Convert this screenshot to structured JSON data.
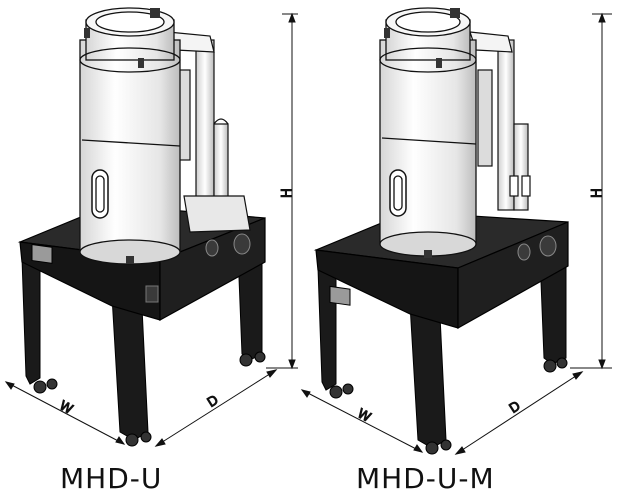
{
  "captions": {
    "left": "MHD-U",
    "right": "MHD-U-M"
  },
  "dimensions": {
    "width": "W",
    "depth": "D",
    "height": "H"
  },
  "colors": {
    "frame": "#1a1a1a",
    "hopper": "#f2f2f2",
    "outline": "#111111",
    "accent_screen": "#9a9a9a"
  }
}
